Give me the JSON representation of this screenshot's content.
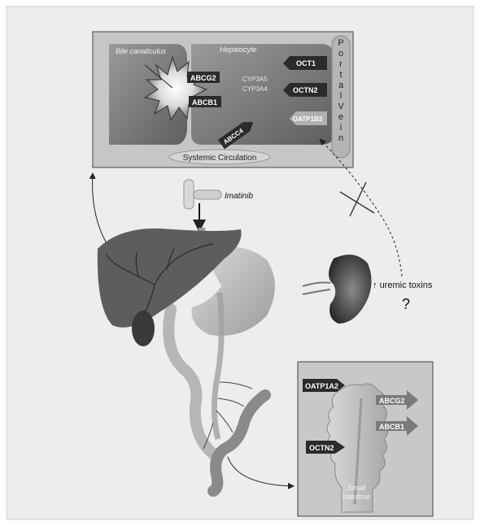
{
  "hepatocyte_panel": {
    "bile_label": "Bile canaliculus",
    "hepatocyte_label": "Hepatocyte",
    "efflux": [
      "ABCG2",
      "ABCB1"
    ],
    "enzymes": [
      "CYP3A5",
      "CYP3A4"
    ],
    "uptake": [
      "OCT1",
      "OCTN2",
      "OATP1B3"
    ],
    "basolateral_efflux": "ABCC4",
    "portal_vein": "Portal Vein",
    "systemic": "Systemic Circulation"
  },
  "drug": {
    "name": "Imatinib"
  },
  "kidney": {
    "label": "uremic toxins",
    "arrow": "↑",
    "question": "?"
  },
  "intestine_panel": {
    "uptake": [
      "OATP1A2",
      "OCTN2"
    ],
    "efflux": [
      "ABCG2",
      "ABCB1"
    ],
    "tissue_label": "Small Intestine"
  },
  "colors": {
    "panel_bg": "#c9c9c9",
    "cell_dark": "#6f6f6f",
    "liver": "#5a5a5a",
    "stomach": "#b9b9b9",
    "kidney": "#4a4a4a",
    "arrow_label_bg": "#2b2b2b"
  }
}
